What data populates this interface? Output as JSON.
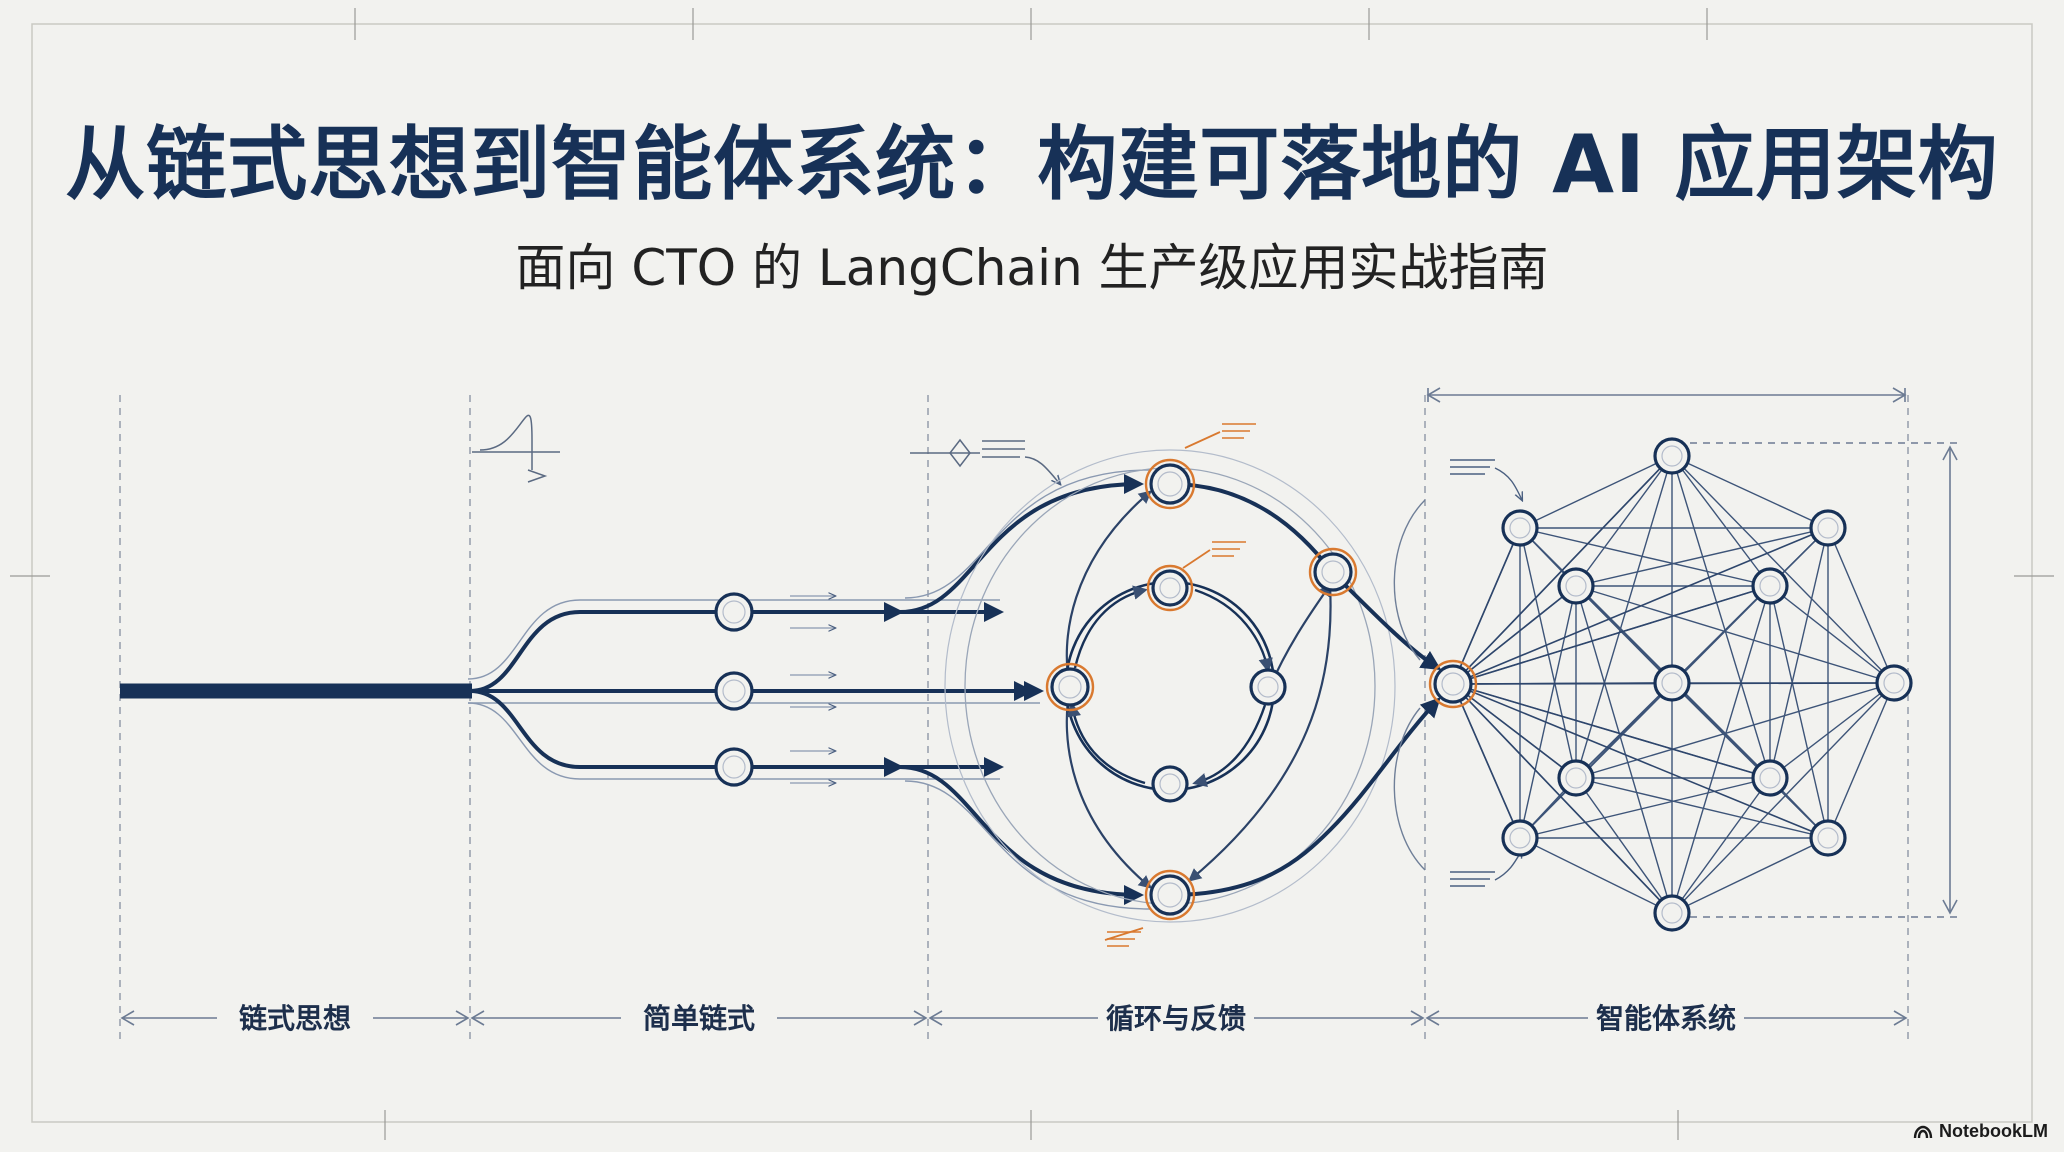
{
  "title": "从链式思想到智能体系统：构建可落地的 AI 应用架构",
  "subtitle": "面向 CTO 的 LangChain 生产级应用实战指南",
  "stages": [
    {
      "label": "链式思想"
    },
    {
      "label": "简单链式"
    },
    {
      "label": "循环与反馈"
    },
    {
      "label": "智能体系统"
    }
  ],
  "watermark": "NotebookLM",
  "colors": {
    "ink": "#173157",
    "accent": "#d9792f",
    "paper": "#f2f2ef"
  }
}
